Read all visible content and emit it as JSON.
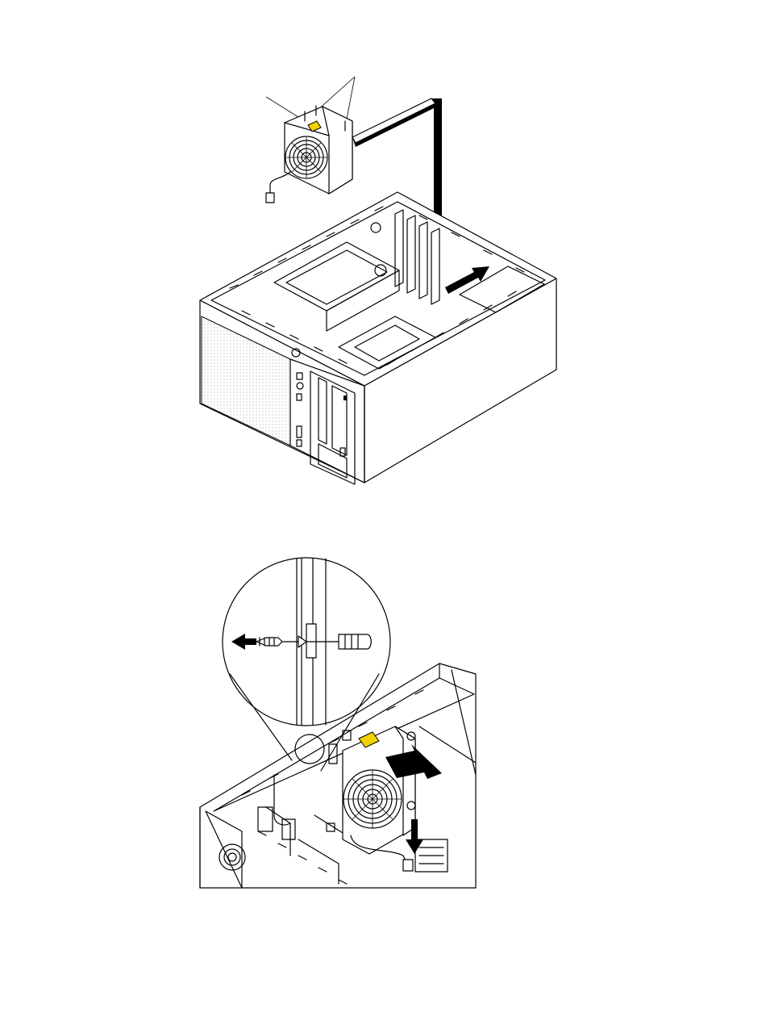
{
  "figures": [
    {
      "name": "fan-removal-illustration",
      "callouts": 3,
      "arrows": [
        "lift-arrow",
        "slide-arrow"
      ]
    },
    {
      "name": "fan-installation-illustration",
      "callouts": 1,
      "arrows": [
        "push-arrow",
        "down-arrow",
        "detail-pull-arrow"
      ]
    }
  ],
  "colors": {
    "line": "#000000",
    "background": "#ffffff",
    "warning_label": "#f2d200"
  }
}
